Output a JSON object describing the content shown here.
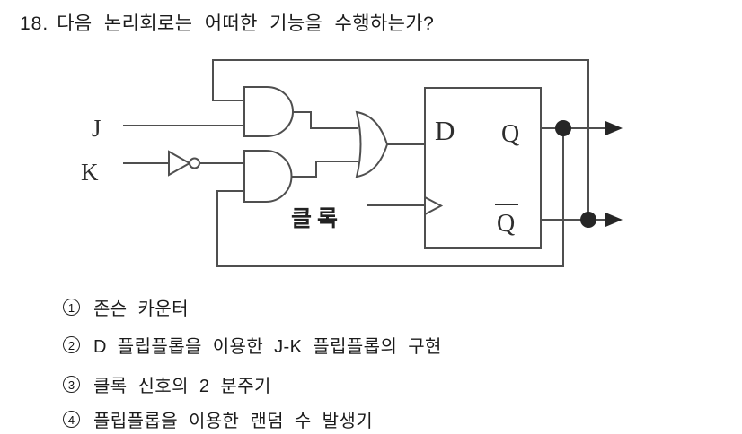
{
  "question": {
    "number": "18.",
    "text": "다음 논리회로는 어떠한 기능을 수행하는가?"
  },
  "circuit": {
    "labels": {
      "j": "J",
      "k": "K",
      "d": "D",
      "q": "Q",
      "q_bar": "Q",
      "clock": "클록"
    },
    "components": [
      "and-gate-top",
      "and-gate-bottom",
      "not-gate",
      "or-gate",
      "d-flip-flop"
    ],
    "line_color": "#4f4f4f",
    "junction_color": "#262626"
  },
  "options": [
    {
      "number": "1",
      "label": "존슨 카운터"
    },
    {
      "number": "2",
      "label": "D 플립플롭을 이용한 J-K 플립플롭의 구현"
    },
    {
      "number": "3",
      "label": "클록 신호의 2 분주기"
    },
    {
      "number": "4",
      "label": "플립플롭을 이용한 랜덤 수 발생기"
    }
  ]
}
